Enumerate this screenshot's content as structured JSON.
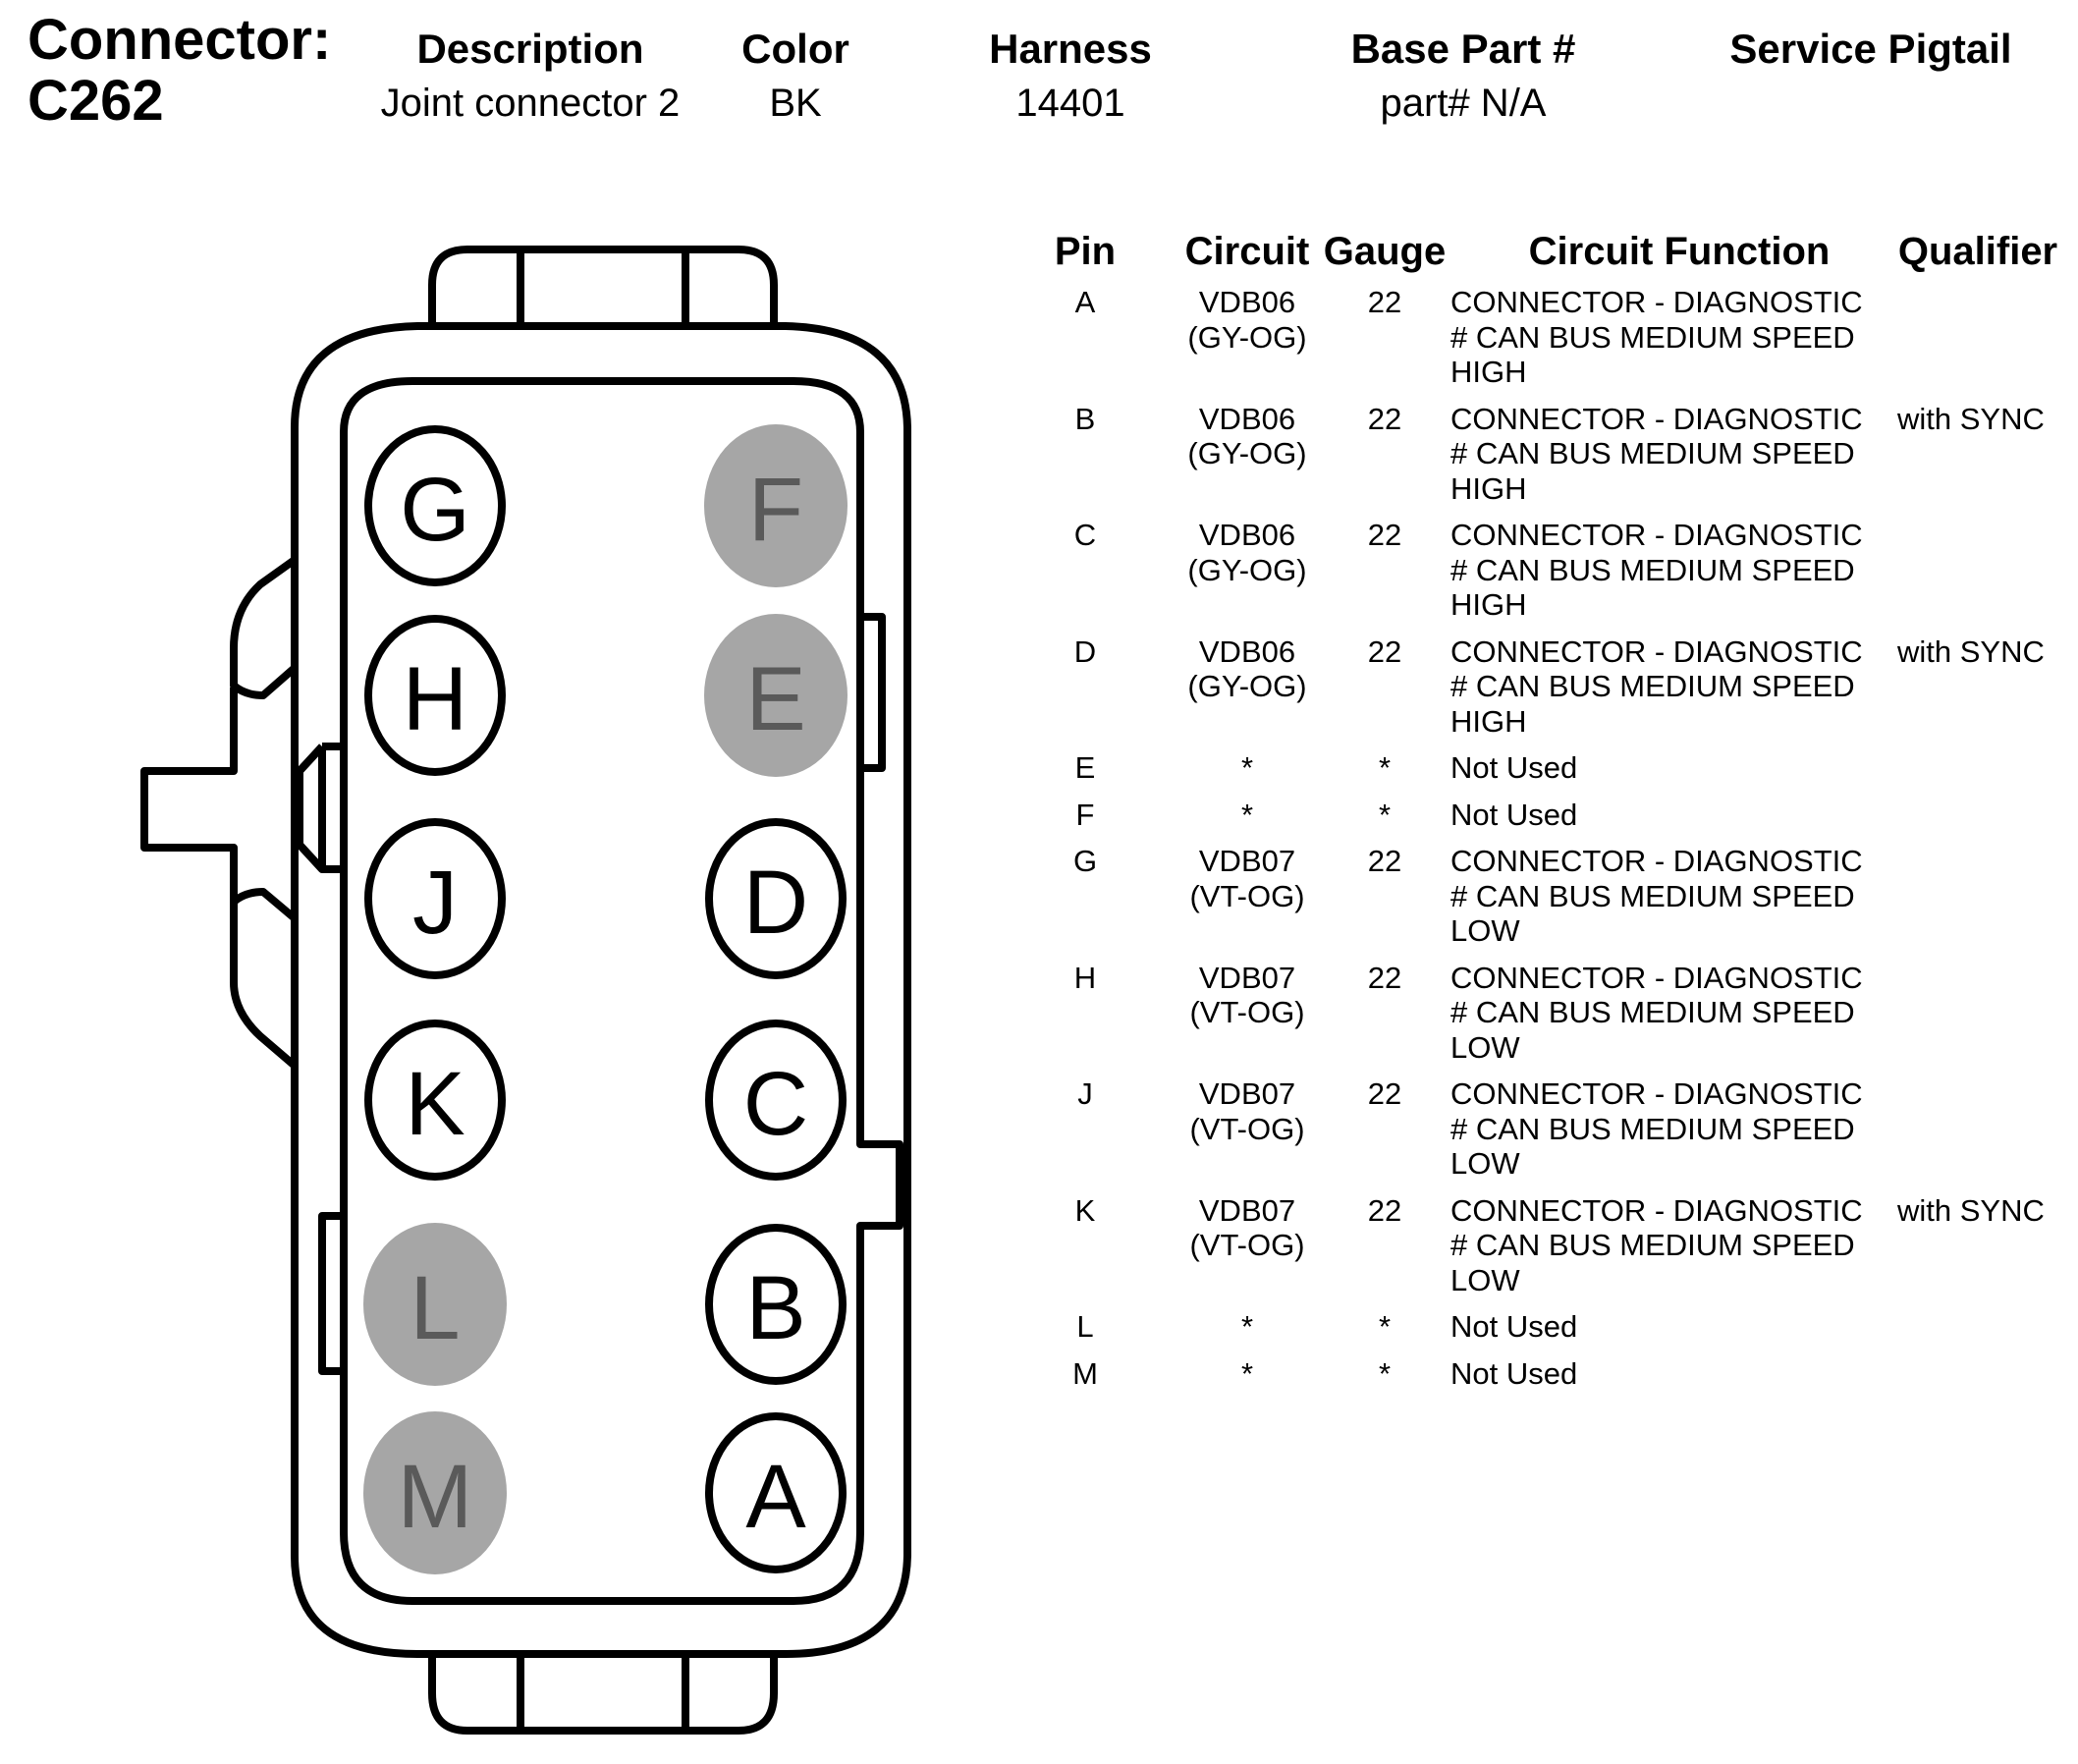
{
  "connector": {
    "label": "Connector:",
    "id": "C262"
  },
  "header": {
    "description": {
      "label": "Description",
      "value": "Joint connector 2"
    },
    "color": {
      "label": "Color",
      "value": "BK"
    },
    "harness": {
      "label": "Harness",
      "value": "14401"
    },
    "base_part": {
      "label": "Base Part #",
      "value": "part# N/A"
    },
    "service_pigtail": {
      "label": "Service Pigtail",
      "value": ""
    }
  },
  "table": {
    "headers": {
      "pin": "Pin",
      "circuit": "Circuit",
      "gauge": "Gauge",
      "function": "Circuit Function",
      "qualifier": "Qualifier"
    },
    "rows": [
      {
        "pin": "A",
        "circuit": "VDB06\n(GY-OG)",
        "gauge": "22",
        "function": "CONNECTOR - DIAGNOSTIC\n# CAN BUS MEDIUM SPEED\nHIGH",
        "qualifier": ""
      },
      {
        "pin": "B",
        "circuit": "VDB06\n(GY-OG)",
        "gauge": "22",
        "function": "CONNECTOR - DIAGNOSTIC\n# CAN BUS MEDIUM SPEED\nHIGH",
        "qualifier": "with SYNC"
      },
      {
        "pin": "C",
        "circuit": "VDB06\n(GY-OG)",
        "gauge": "22",
        "function": "CONNECTOR - DIAGNOSTIC\n# CAN BUS MEDIUM SPEED\nHIGH",
        "qualifier": ""
      },
      {
        "pin": "D",
        "circuit": "VDB06\n(GY-OG)",
        "gauge": "22",
        "function": "CONNECTOR - DIAGNOSTIC\n# CAN BUS MEDIUM SPEED\nHIGH",
        "qualifier": "with SYNC"
      },
      {
        "pin": "E",
        "circuit": "*",
        "gauge": "*",
        "function": "Not Used",
        "qualifier": ""
      },
      {
        "pin": "F",
        "circuit": "*",
        "gauge": "*",
        "function": "Not Used",
        "qualifier": ""
      },
      {
        "pin": "G",
        "circuit": "VDB07\n(VT-OG)",
        "gauge": "22",
        "function": "CONNECTOR - DIAGNOSTIC\n# CAN BUS MEDIUM SPEED\nLOW",
        "qualifier": ""
      },
      {
        "pin": "H",
        "circuit": "VDB07\n(VT-OG)",
        "gauge": "22",
        "function": "CONNECTOR - DIAGNOSTIC\n# CAN BUS MEDIUM SPEED\nLOW",
        "qualifier": ""
      },
      {
        "pin": "J",
        "circuit": "VDB07\n(VT-OG)",
        "gauge": "22",
        "function": "CONNECTOR - DIAGNOSTIC\n# CAN BUS MEDIUM SPEED\nLOW",
        "qualifier": ""
      },
      {
        "pin": "K",
        "circuit": "VDB07\n(VT-OG)",
        "gauge": "22",
        "function": "CONNECTOR - DIAGNOSTIC\n# CAN BUS MEDIUM SPEED\nLOW",
        "qualifier": "with SYNC"
      },
      {
        "pin": "L",
        "circuit": "*",
        "gauge": "*",
        "function": "Not Used",
        "qualifier": ""
      },
      {
        "pin": "M",
        "circuit": "*",
        "gauge": "*",
        "function": "Not Used",
        "qualifier": ""
      }
    ]
  },
  "diagram": {
    "left_column_pins": [
      "G",
      "H",
      "J",
      "K",
      "L",
      "M"
    ],
    "right_column_pins": [
      "F",
      "E",
      "D",
      "C",
      "B",
      "A"
    ],
    "unused_pins": [
      "E",
      "F",
      "L",
      "M"
    ],
    "colors": {
      "outline": "#000000",
      "unused_fill": "#a6a6a6",
      "unused_text": "#5a5a5a"
    }
  }
}
